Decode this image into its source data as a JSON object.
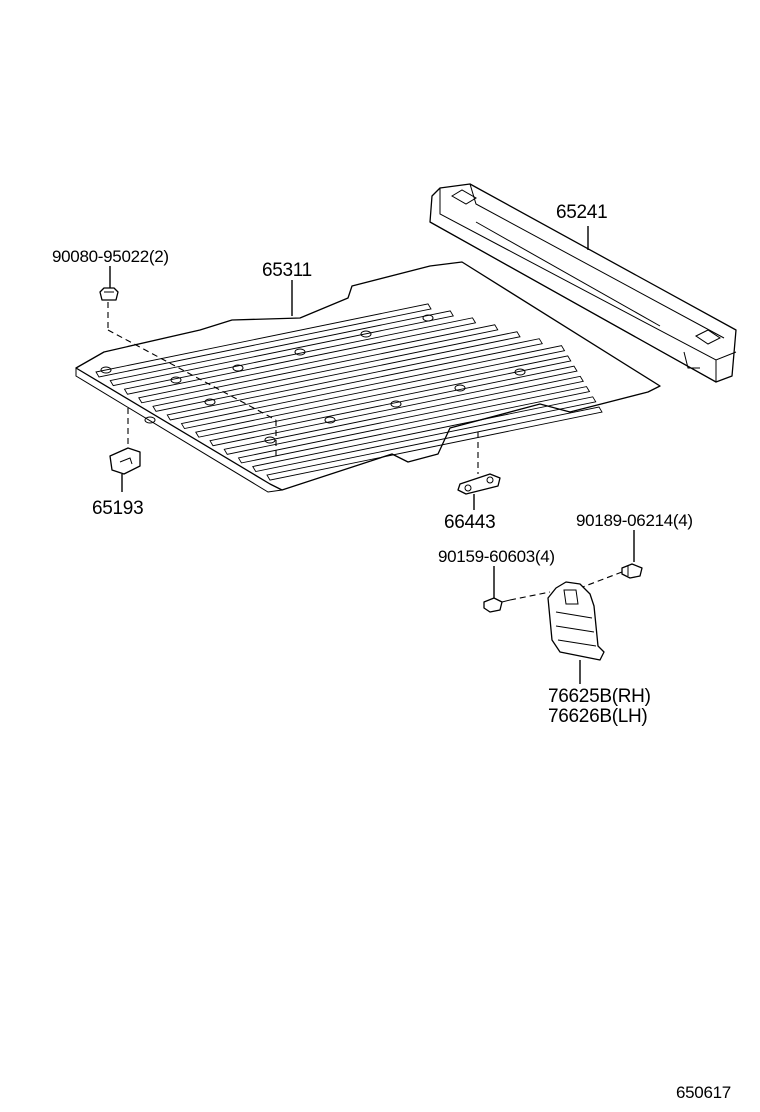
{
  "diagram": {
    "callouts": {
      "p65241": "65241",
      "p65311": "65311",
      "p90080": "90080-95022(2)",
      "p65193": "65193",
      "p66443": "66443",
      "p90189": "90189-06214(4)",
      "p90159": "90159-60603(4)",
      "p76625": "76625B(RH)",
      "p76626": "76626B(LH)"
    },
    "figure_number": "650617"
  }
}
